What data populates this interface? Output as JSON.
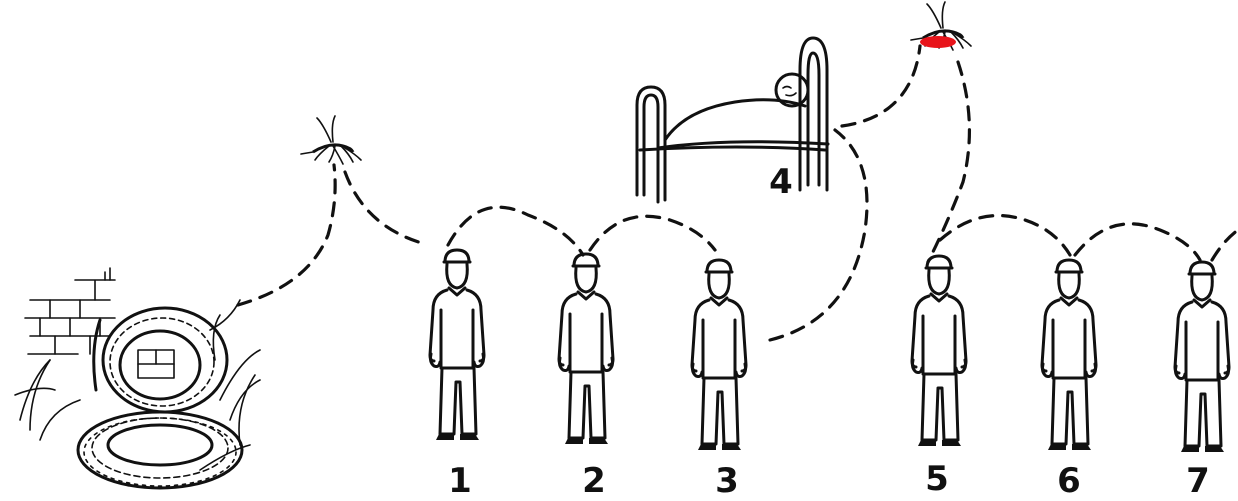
{
  "labels": {
    "p1": "1",
    "p2": "2",
    "p3": "3",
    "patient": "4",
    "p5": "5",
    "p6": "6",
    "p7": "7"
  },
  "colors": {
    "ink": "#111111",
    "blood": "#e8141a",
    "background": "#ffffff"
  },
  "icons": {
    "breeding_site": "tire-pile-icon",
    "vector": "mosquito-icon",
    "infected_vector": "blood-fed-mosquito-icon",
    "patient": "bed-patient-icon",
    "person": "person-icon"
  }
}
